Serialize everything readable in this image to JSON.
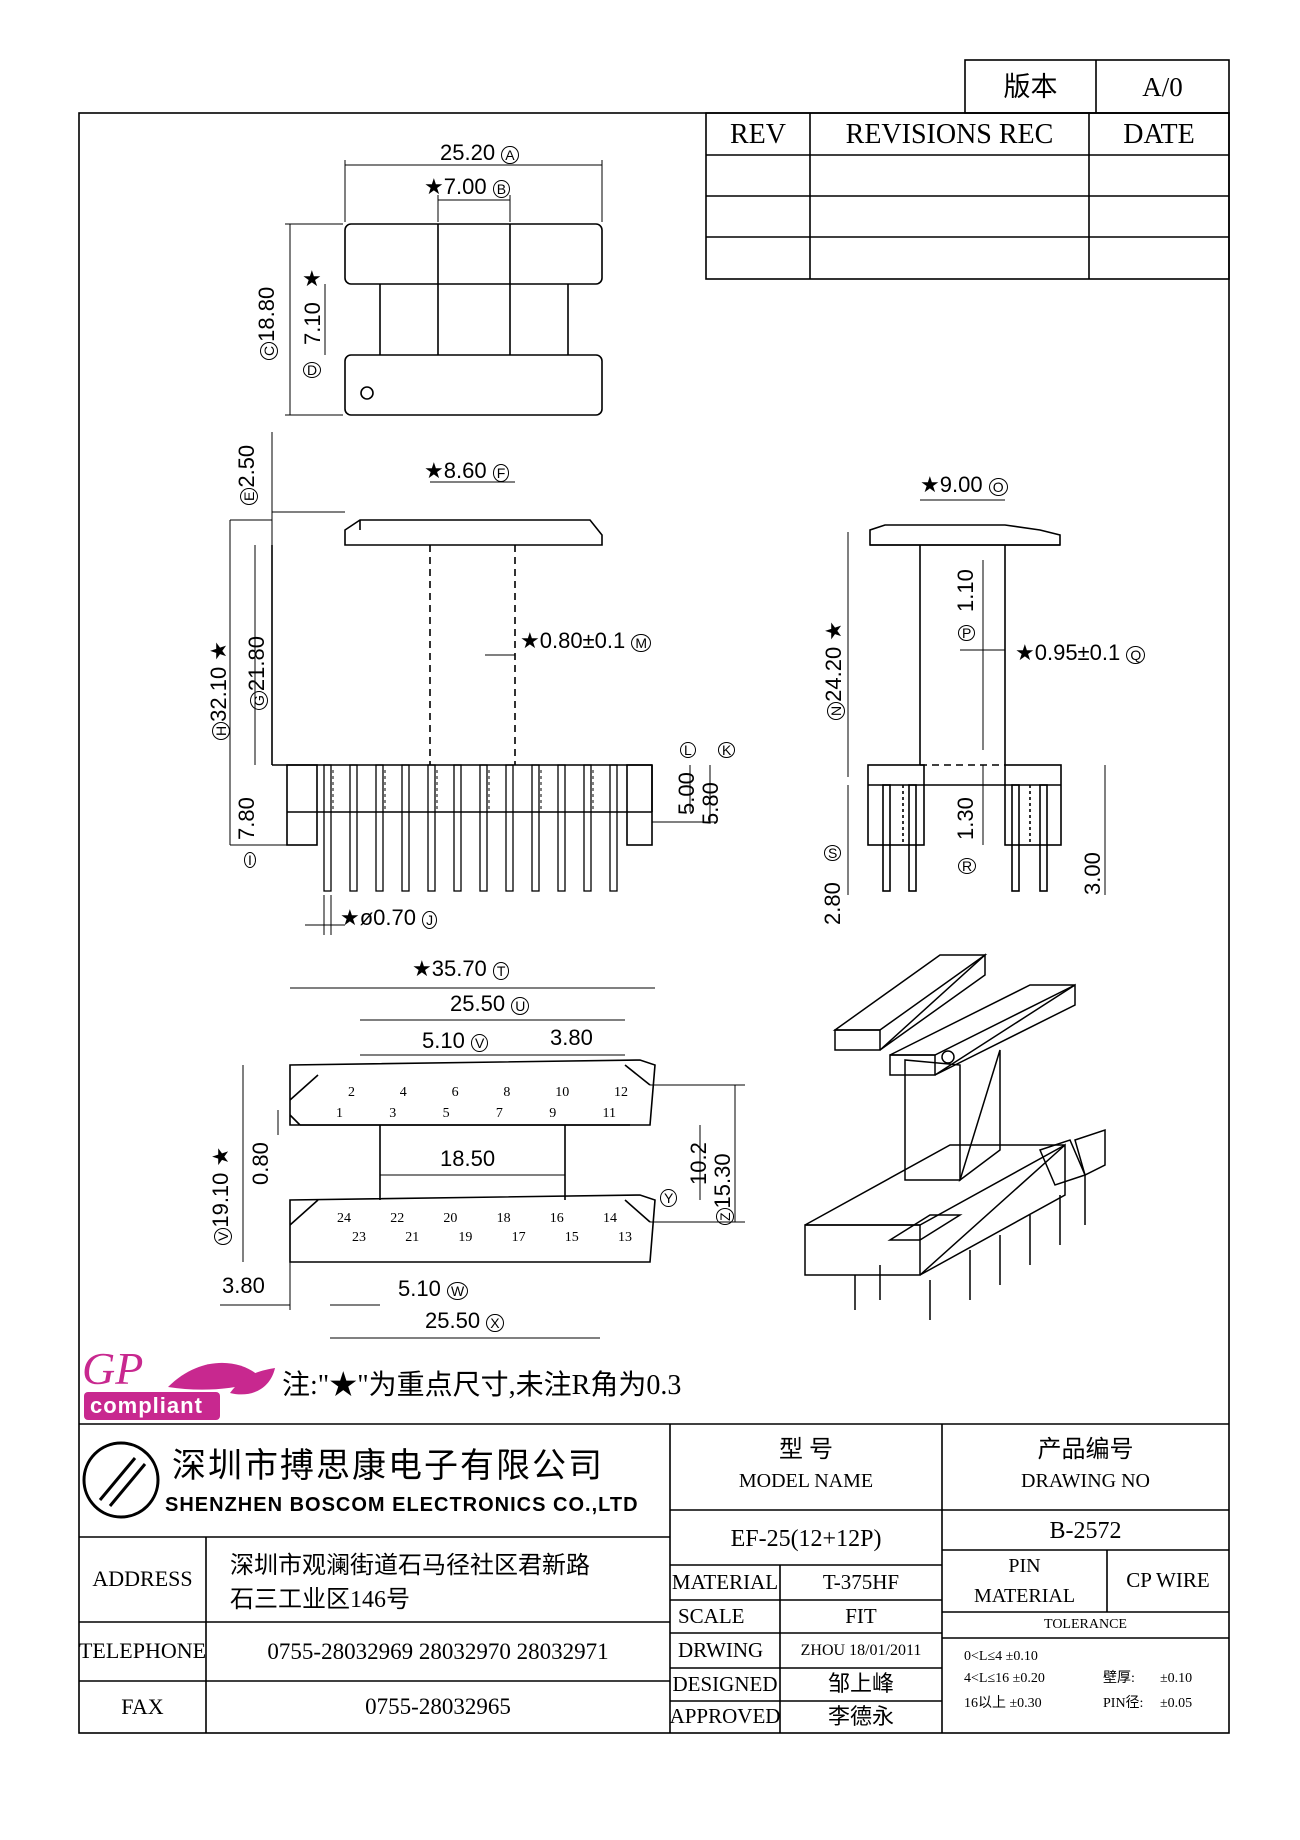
{
  "version_box": {
    "label": "版本",
    "value": "A/0"
  },
  "revisions": {
    "headers": [
      "REV",
      "REVISIONS REC",
      "DATE"
    ]
  },
  "dims": {
    "top": {
      "a": "25.20",
      "b": "7.00",
      "c": "18.80",
      "d": "7.10"
    },
    "front": {
      "e": "2.50",
      "f": "8.60",
      "h": "32.10",
      "g": "21.80",
      "m": "0.80±0.1",
      "l": "5.00",
      "k": "5.80",
      "i": "7.80",
      "j": "ø0.70"
    },
    "side": {
      "o": "9.00",
      "p": "1.10",
      "n": "24.20",
      "q": "0.95±0.1",
      "r": "1.30",
      "s": "2.80",
      "t3": "3.00"
    },
    "bottom": {
      "t": "35.70",
      "u": "25.50",
      "v": "5.10",
      "v_pitch": "3.80",
      "y_h": "19.10",
      "gap": "0.80",
      "inner": "18.50",
      "y": "10.2",
      "z": "15.30",
      "left_off": "3.80",
      "w": "5.10",
      "x": "25.50"
    }
  },
  "letters": [
    "A",
    "B",
    "C",
    "D",
    "E",
    "F",
    "G",
    "H",
    "I",
    "J",
    "K",
    "L",
    "M",
    "N",
    "O",
    "P",
    "Q",
    "R",
    "S",
    "T",
    "U",
    "V",
    "W",
    "X",
    "Y",
    "Z"
  ],
  "star": "★",
  "pins": {
    "top_even": [
      "2",
      "4",
      "6",
      "8",
      "10",
      "12"
    ],
    "top_odd": [
      "1",
      "3",
      "5",
      "7",
      "9",
      "11"
    ],
    "bottom_even": [
      "24",
      "22",
      "20",
      "18",
      "16",
      "14"
    ],
    "bottom_odd": [
      "23",
      "21",
      "19",
      "17",
      "15",
      "13"
    ]
  },
  "gp": {
    "logo": "GP",
    "label": "compliant"
  },
  "note": "注:\"★\"为重点尺寸,未注R角为0.3",
  "title_block": {
    "company_cn": "深圳市搏思康电子有限公司",
    "company_en": "SHENZHEN BOSCOM ELECTRONICS CO.,LTD",
    "model_cn": "型    号",
    "model_en": "MODEL NAME",
    "model_value": "EF-25(12+12P)",
    "drawing_cn": "产品编号",
    "drawing_en": "DRAWING NO",
    "drawing_value": "B-2572",
    "address_label": "ADDRESS",
    "address_line1": "深圳市观澜街道石马径社区君新路",
    "address_line2": "石三工业区146号",
    "telephone_label": "TELEPHONE",
    "telephone_value": "0755-28032969 28032970 28032971",
    "fax_label": "FAX",
    "fax_value": "0755-28032965",
    "material_label": "MATERIAL",
    "material_value": "T-375HF",
    "scale_label": "SCALE",
    "scale_value": "FIT",
    "drwing_label": "DRWING",
    "drwing_value": "ZHOU 18/01/2011",
    "designed_label": "DESIGNED",
    "designed_value": "邹上峰",
    "approved_label": "APPROVED",
    "approved_value": "李德永",
    "pin_material_l1": "PIN",
    "pin_material_l2": "MATERIAL",
    "pin_material_value": "CP WIRE",
    "tolerance_label": "TOLERANCE",
    "tol_1": "0<L≤4  ±0.10",
    "tol_2": "4<L≤16  ±0.20",
    "tol_3": "16以上    ±0.30",
    "wall_label": "壁厚:",
    "wall_value": "±0.10",
    "pin_dia_label": "PIN径:",
    "pin_dia_value": "±0.05"
  }
}
